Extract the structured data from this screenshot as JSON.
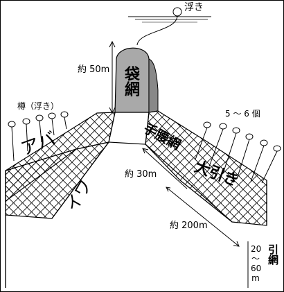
{
  "labels": {
    "float": "浮き",
    "length_50": "約 50m",
    "bag_net": "袋網",
    "barrel_float": "樽（浮き）",
    "count_floats": "5 ～ 6 個",
    "abba": "アバ",
    "iwa": "イワ",
    "temaki_ami": "手腰網",
    "length_30": "約 30m",
    "ohiki": "大引き",
    "length_200": "約 200m",
    "depth_top": "20",
    "depth_tilde": "～",
    "depth_bottom": "60",
    "depth_unit": "m",
    "hiki_ami": "引網"
  },
  "colors": {
    "bag_net_fill": "#a9a9a9",
    "line": "#000000",
    "background": "#ffffff"
  }
}
